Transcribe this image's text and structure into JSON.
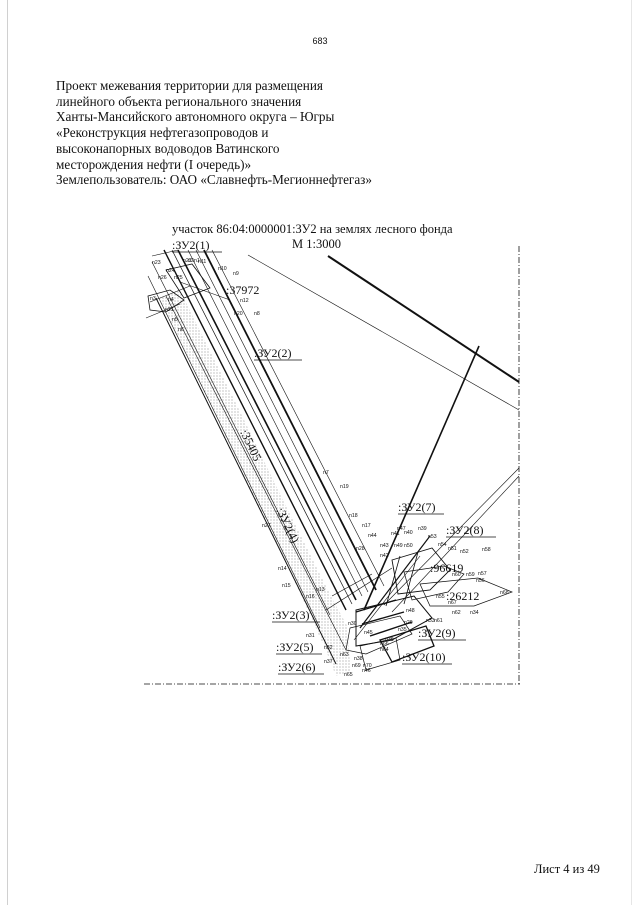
{
  "page_number": "683",
  "heading": {
    "lines": [
      "Проект межевания территории для размещения",
      "линейного объекта регионального значения",
      "Ханты-Мансийского автономного округа – Югры",
      "«Реконструкция нефтегазопроводов и",
      "высоконапорных водоводов Ватинского",
      "месторождения нефти (I очередь)»",
      "Землепользователь: ОАО «Славнефть-Мегионнефтегаз»"
    ]
  },
  "plan": {
    "title": "участок 86:04:0000001:ЗУ2 на землях лесного фонда",
    "scale": "М 1:3000",
    "zone_labels": {
      "zu2_1": ":ЗУ2(1)",
      "zu2_2": ":ЗУ2(2)",
      "zu2_3": ":ЗУ2(3)",
      "zu2_4": ":ЗУ2(4)",
      "zu2_5": ":ЗУ2(5)",
      "zu2_6": ":ЗУ2(6)",
      "zu2_7": ":ЗУ2(7)",
      "zu2_8": ":ЗУ2(8)",
      "zu2_9": ":ЗУ2(9)",
      "zu2_10": ":ЗУ2(10)"
    },
    "cadastral_labels": {
      "k37972": ":37972",
      "k35405": ":35405",
      "k96619": ":96619",
      "k26212": ":26212"
    },
    "points": {
      "n1": "n1",
      "n2": "n2",
      "n3": "n3",
      "n4": "n4",
      "n5": "n5",
      "n6": "n6",
      "n7": "n7",
      "n8": "n8",
      "n9": "n9",
      "n10": "n10",
      "n11": "n11",
      "n12": "n12",
      "n13": "n13",
      "n14": "n14",
      "n15": "n15",
      "n16": "n16",
      "n17": "n17",
      "n18": "n18",
      "n19": "n19",
      "n20": "n20",
      "n21": "n21",
      "n22": "n22",
      "n23": "n23",
      "n24": "n24",
      "n25": "n25",
      "n26": "n26",
      "n27": "n27",
      "n28": "n28",
      "n29": "n29",
      "n30": "n30",
      "n31": "n31",
      "n32": "n32",
      "n33": "n33",
      "n34": "n34",
      "n35": "n35",
      "n36": "n36",
      "n37": "n37",
      "n38": "n38",
      "n39": "n39",
      "n40": "n40",
      "n41": "n41",
      "n42": "n42",
      "n43": "n43",
      "n44": "n44",
      "n45": "n45",
      "n46": "n46",
      "n47": "n47",
      "n48": "n48",
      "n49": "n49",
      "n50": "n50",
      "n51": "n51",
      "n52": "n52",
      "n53": "n53",
      "n54": "n54",
      "n55": "n55",
      "n56": "n56",
      "n57": "n57",
      "n58": "n58",
      "n59": "n59",
      "n60": "n60",
      "n61": "n61",
      "n62": "n62",
      "n63": "n63",
      "n64": "n64",
      "n65": "n65",
      "n66": "n66",
      "n67": "n67",
      "n68": "n68",
      "n69": "n69",
      "n70": "n70"
    }
  },
  "sheet_label": "Лист 4 из 49"
}
